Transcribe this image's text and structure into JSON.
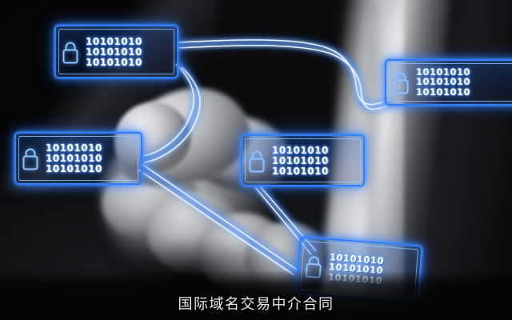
{
  "image": {
    "caption": "国际域名交易中介合同",
    "subject": "businessman pointing at network of digital padlocks",
    "accent_color": "#2f7ffb",
    "glow_color": "#4b93ff",
    "text_color": "#ffffff",
    "background_color": "#070708"
  },
  "nodes": [
    {
      "id": "top-left",
      "icon": "padlock-icon",
      "lines": [
        "10101010",
        "10101010",
        "10101010"
      ]
    },
    {
      "id": "right",
      "icon": "padlock-icon",
      "lines": [
        "10101010",
        "10101010",
        "10101010"
      ]
    },
    {
      "id": "left",
      "icon": "padlock-icon",
      "lines": [
        "10101010",
        "10101010",
        "10101010"
      ]
    },
    {
      "id": "center",
      "icon": "padlock-icon",
      "lines": [
        "10101010",
        "10101010",
        "10101010"
      ]
    },
    {
      "id": "bottom",
      "icon": "padlock-icon",
      "lines": [
        "10101010",
        "10101010",
        "10101010"
      ]
    }
  ],
  "connections": [
    {
      "from": "top-left",
      "to": "right"
    },
    {
      "from": "top-left",
      "to": "left"
    },
    {
      "from": "left",
      "to": "bottom"
    },
    {
      "from": "center",
      "to": "bottom"
    }
  ]
}
